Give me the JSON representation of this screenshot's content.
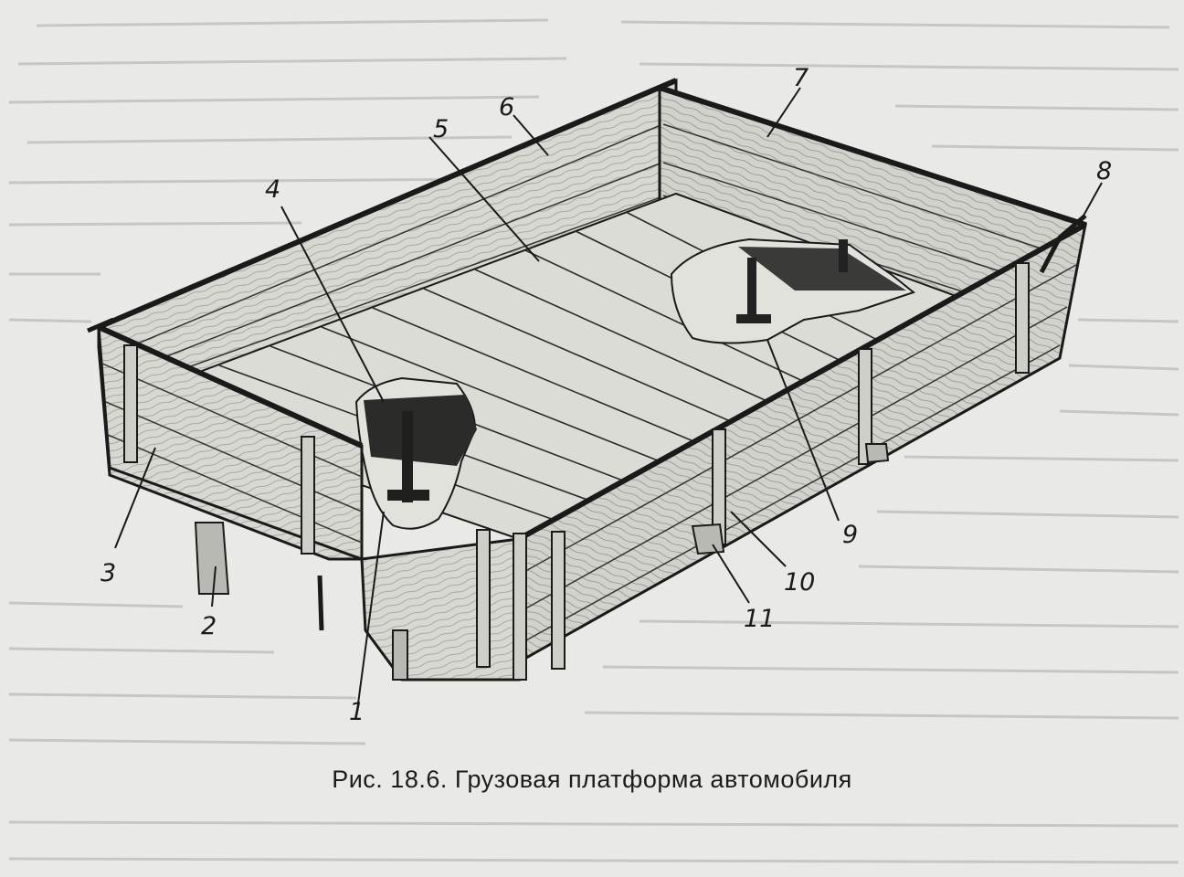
{
  "figure": {
    "caption": "Рис. 18.6. Грузовая платформа автомобиля",
    "callouts": [
      {
        "id": "1",
        "label": "1"
      },
      {
        "id": "2",
        "label": "2"
      },
      {
        "id": "3",
        "label": "3"
      },
      {
        "id": "4",
        "label": "4"
      },
      {
        "id": "5",
        "label": "5"
      },
      {
        "id": "6",
        "label": "6"
      },
      {
        "id": "7",
        "label": "7"
      },
      {
        "id": "8",
        "label": "8"
      },
      {
        "id": "9",
        "label": "9"
      },
      {
        "id": "10",
        "label": "10"
      },
      {
        "id": "11",
        "label": "11"
      }
    ]
  },
  "colors": {
    "paper": "#e9e9e6",
    "ink": "#1a1a1a",
    "wood": "#d8d8d3",
    "shadow": "#8a8a86"
  }
}
